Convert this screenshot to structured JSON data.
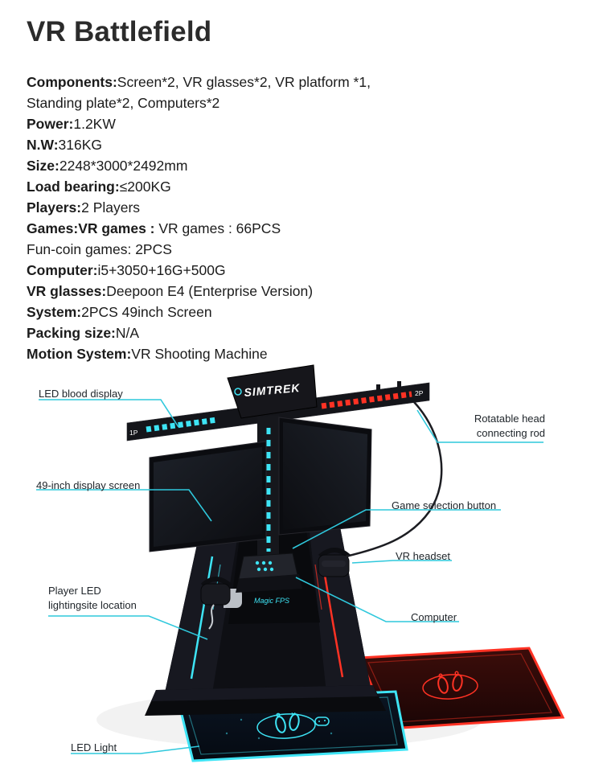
{
  "page": {
    "title": "VR Battlefield"
  },
  "specs": [
    {
      "label": "Components:",
      "value": "Screen*2, VR glasses*2, VR platform *1, Standing plate*2, Computers*2"
    },
    {
      "label": "Power:",
      "value": "1.2KW"
    },
    {
      "label": "N.W:",
      "value": "316KG"
    },
    {
      "label": "Size:",
      "value": "2248*3000*2492mm"
    },
    {
      "label": "Load bearing:",
      "value": "≤200KG"
    },
    {
      "label": "Players:",
      "value": "2 Players"
    },
    {
      "label": "Games:VR games :",
      "value": " VR games : 66PCS"
    },
    {
      "label": "",
      "value": "Fun-coin games: 2PCS"
    },
    {
      "label": "Computer:",
      "value": "i5+3050+16G+500G"
    },
    {
      "label": "VR glasses:",
      "value": "Deepoon E4 (Enterprise Version)"
    },
    {
      "label": "System:",
      "value": "2PCS 49inch Screen"
    },
    {
      "label": "Packing size:",
      "value": "N/A"
    },
    {
      "label": "Motion System:",
      "value": "VR Shooting Machine"
    }
  ],
  "callouts": {
    "led_blood_display": "LED blood display",
    "display_screen": "49-inch display screen",
    "player_led": "Player LED\nlightingsite location",
    "led_light": "LED Light",
    "rotatable_rod": "Rotatable head\nconnecting rod",
    "game_selection": "Game selection button",
    "vr_headset": "VR headset",
    "computer": "Computer"
  },
  "machine": {
    "brand": "SIMTREK",
    "model_text": "Magic FPS",
    "player1_label": "1P",
    "player2_label": "2P"
  },
  "colors": {
    "accent-cyan": "#2fc8dc",
    "led-cyan": "#3ee4f5",
    "accent-red": "#ff3224",
    "machine-black": "#101116",
    "text-dark": "#1b1b1b"
  }
}
